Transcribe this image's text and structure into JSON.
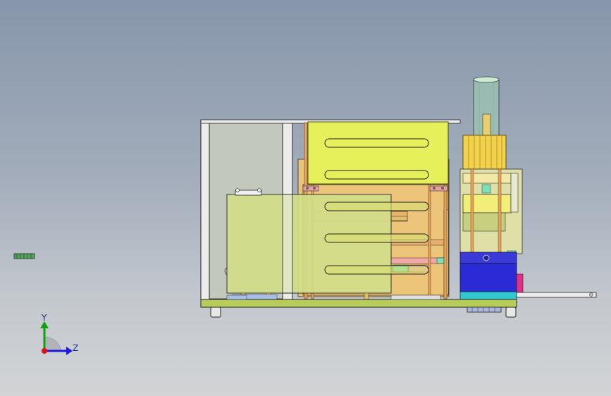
{
  "viewport": {
    "model": "side-view-assembly",
    "colors": {
      "frame": "#e6e6e6",
      "panel_gray": "#c3c8bc",
      "panel_yellow": "#e6f05a",
      "panel_green": "#d1dd88",
      "copper": "#e3be74",
      "blue_block": "#2b2bd6",
      "cyan_block": "#33c7d0",
      "base_plate": "#b8cc5a"
    }
  },
  "triad": {
    "y_label": "Y",
    "z_label": "Z",
    "icon": "coordinate-triad-icon"
  }
}
